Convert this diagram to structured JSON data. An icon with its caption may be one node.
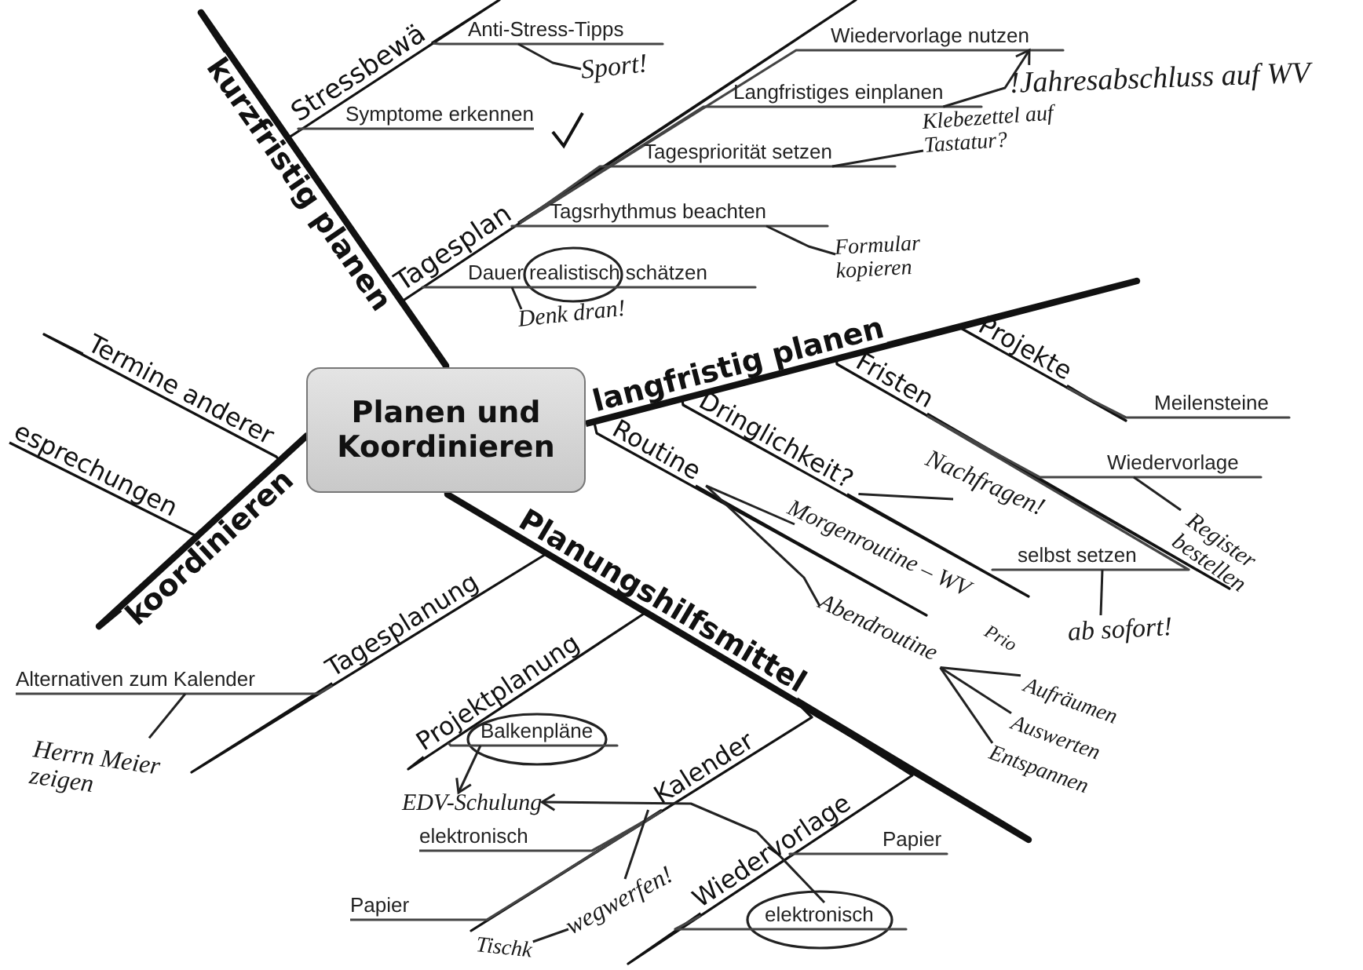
{
  "diagram": {
    "nodes": [
      {
        "text": [
          "Planen und Koordinieren"
        ]
      },
      {
        "text": [
          "kurzfristig planen"
        ]
      },
      {
        "text": [
          "Stressbewä"
        ]
      },
      {
        "text": [
          "Anti-Stress-Tipps"
        ]
      },
      {
        "text": [
          "Symptome erkennen"
        ]
      },
      {
        "text": [
          "Tagesplan"
        ]
      },
      {
        "text": [
          "Wiedervorlage nutzen"
        ]
      },
      {
        "text": [
          "Langfristiges einplanen"
        ]
      },
      {
        "text": [
          "Tagespriorität setzen"
        ]
      },
      {
        "text": [
          "Tagsrhythmus beachten"
        ]
      },
      {
        "text": [
          "Dauer realistisch schätzen"
        ]
      },
      {
        "text": [
          "langfristig planen"
        ]
      },
      {
        "text": [
          "Projekte"
        ]
      },
      {
        "text": [
          "Meilensteine"
        ]
      },
      {
        "text": [
          "Fristen"
        ]
      },
      {
        "text": [
          "Wiedervorlage"
        ]
      },
      {
        "text": [
          "selbst setzen"
        ]
      },
      {
        "text": [
          "Dringlichkeit?"
        ]
      },
      {
        "text": [
          "Routine"
        ]
      },
      {
        "text": [
          "Planungshilfsmittel"
        ]
      },
      {
        "text": [
          "Tagesplanung"
        ]
      },
      {
        "text": [
          "Alternativen zum Kalender"
        ]
      },
      {
        "text": [
          "Projektplanung"
        ]
      },
      {
        "text": [
          "Balkenpläne"
        ]
      },
      {
        "text": [
          "Kalender"
        ]
      },
      {
        "text": [
          "elektronisch"
        ]
      },
      {
        "text": [
          "Papier"
        ]
      },
      {
        "text": [
          "Wiedervorlage"
        ]
      },
      {
        "text": [
          "Papier"
        ]
      },
      {
        "text": [
          "elektronisch"
        ]
      },
      {
        "text": [
          "koordinieren"
        ]
      },
      {
        "text": [
          "Termine anderer"
        ]
      },
      {
        "text": [
          "esprechungen"
        ]
      },
      {
        "text": [
          "Sport!"
        ]
      },
      {
        "text": [
          "Klebezettel auf Tastatur?"
        ]
      },
      {
        "text": [
          "Formular kopieren"
        ]
      },
      {
        "text": [
          "Denk dran!"
        ]
      },
      {
        "text": [
          "Nachfragen!"
        ]
      },
      {
        "text": [
          "Morgenroutine – WV"
        ]
      },
      {
        "text": [
          "Abendroutine"
        ]
      },
      {
        "text": [
          "Aufräumen"
        ]
      },
      {
        "text": [
          "Auswerten"
        ]
      },
      {
        "text": [
          "Entspannen"
        ]
      },
      {
        "text": [
          "Register bestellen"
        ]
      },
      {
        "text": [
          "ab sofort!"
        ]
      },
      {
        "text": [
          "Herrn Meier zeigen"
        ]
      },
      {
        "text": [
          "EDV-Schulung"
        ]
      },
      {
        "text": [
          "wegwerfen!"
        ]
      },
      {
        "text": [
          "Tischk"
        ]
      }
    ],
    "edges": [
      {
        "from": 0,
        "to": 1,
        "arrow": "none",
        "style": "thick"
      },
      {
        "from": 0,
        "to": 11,
        "arrow": "none",
        "style": "thick"
      },
      {
        "from": 0,
        "to": 19,
        "arrow": "none",
        "style": "thick"
      },
      {
        "from": 0,
        "to": 30,
        "arrow": "none",
        "style": "thick"
      },
      {
        "from": 1,
        "to": 2,
        "arrow": "none"
      },
      {
        "from": 1,
        "to": 5,
        "arrow": "none"
      },
      {
        "from": 2,
        "to": 3,
        "arrow": "none"
      },
      {
        "from": 2,
        "to": 4,
        "arrow": "none"
      },
      {
        "from": 5,
        "to": 6,
        "arrow": "none"
      },
      {
        "from": 5,
        "to": 7,
        "arrow": "none"
      },
      {
        "from": 5,
        "to": 8,
        "arrow": "none"
      },
      {
        "from": 5,
        "to": 9,
        "arrow": "none"
      },
      {
        "from": 5,
        "to": 10,
        "arrow": "none"
      },
      {
        "from": 11,
        "to": 12,
        "arrow": "none"
      },
      {
        "from": 11,
        "to": 14,
        "arrow": "none"
      },
      {
        "from": 11,
        "to": 17,
        "arrow": "none"
      },
      {
        "from": 11,
        "to": 18,
        "arrow": "none"
      },
      {
        "from": 12,
        "to": 13,
        "arrow": "none"
      },
      {
        "from": 14,
        "to": 15,
        "arrow": "none"
      },
      {
        "from": 14,
        "to": 16,
        "arrow": "none"
      },
      {
        "from": 19,
        "to": 20,
        "arrow": "none"
      },
      {
        "from": 19,
        "to": 22,
        "arrow": "none"
      },
      {
        "from": 19,
        "to": 24,
        "arrow": "none"
      },
      {
        "from": 19,
        "to": 27,
        "arrow": "none"
      },
      {
        "from": 20,
        "to": 21,
        "arrow": "none"
      },
      {
        "from": 22,
        "to": 23,
        "arrow": "none"
      },
      {
        "from": 24,
        "to": 25,
        "arrow": "none"
      },
      {
        "from": 24,
        "to": 26,
        "arrow": "none"
      },
      {
        "from": 27,
        "to": 28,
        "arrow": "none"
      },
      {
        "from": 27,
        "to": 29,
        "arrow": "none"
      },
      {
        "from": 30,
        "to": 31,
        "arrow": "none"
      },
      {
        "from": 30,
        "to": 32,
        "arrow": "none"
      },
      {
        "from": 3,
        "to": 33,
        "arrow": "none"
      },
      {
        "from": 7,
        "to": 6,
        "arrow": "to"
      },
      {
        "from": 8,
        "to": 34,
        "arrow": "none"
      },
      {
        "from": 9,
        "to": 35,
        "arrow": "none"
      },
      {
        "from": 10,
        "to": 36,
        "arrow": "none"
      },
      {
        "from": 15,
        "to": 43,
        "arrow": "none"
      },
      {
        "from": 16,
        "to": 44,
        "arrow": "none"
      },
      {
        "from": 37,
        "to": 17,
        "arrow": "none"
      },
      {
        "from": 18,
        "to": 38,
        "arrow": "none"
      },
      {
        "from": 18,
        "to": 39,
        "arrow": "none"
      },
      {
        "from": 39,
        "to": 40,
        "arrow": "none"
      },
      {
        "from": 39,
        "to": 41,
        "arrow": "none"
      },
      {
        "from": 39,
        "to": 42,
        "arrow": "none"
      },
      {
        "from": 21,
        "to": 45,
        "arrow": "none"
      },
      {
        "from": 23,
        "to": 46,
        "arrow": "to"
      },
      {
        "from": 29,
        "to": 46,
        "arrow": "to"
      },
      {
        "from": 47,
        "to": 48,
        "arrow": "none"
      },
      {
        "from": 47,
        "to": 24,
        "arrow": "none"
      }
    ],
    "labels": [
      "!Jahresabschluss auf WV",
      "Prio"
    ]
  }
}
